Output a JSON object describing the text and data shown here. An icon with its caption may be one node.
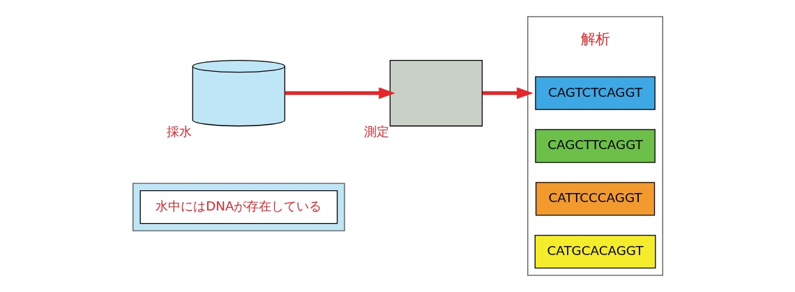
{
  "diagram": {
    "nodes": [
      {
        "text": [],
        "shape": "box"
      },
      {
        "text": [
          "水中にはDNAが存在している"
        ],
        "in": 0
      },
      {
        "text": [],
        "shape": "cylinder",
        "beside": [
          "採水"
        ]
      },
      {
        "text": [],
        "shape": "box",
        "beside": [
          "測定"
        ]
      },
      {
        "text": [],
        "shape": "box",
        "beside": [
          "解析"
        ]
      },
      {
        "text": [
          "CAGTCTCAGGT"
        ],
        "in": 4
      },
      {
        "text": [
          "CAGCTTCAGGT"
        ],
        "in": 4
      },
      {
        "text": [
          "CATTCCCAGGT"
        ],
        "in": 4
      },
      {
        "text": [
          "CATGCACAGGT"
        ],
        "in": 4
      }
    ],
    "edges": [
      {
        "from": 2,
        "to": 3,
        "arrow": "to"
      },
      {
        "from": 3,
        "to": 4,
        "arrow": "to"
      }
    ]
  }
}
